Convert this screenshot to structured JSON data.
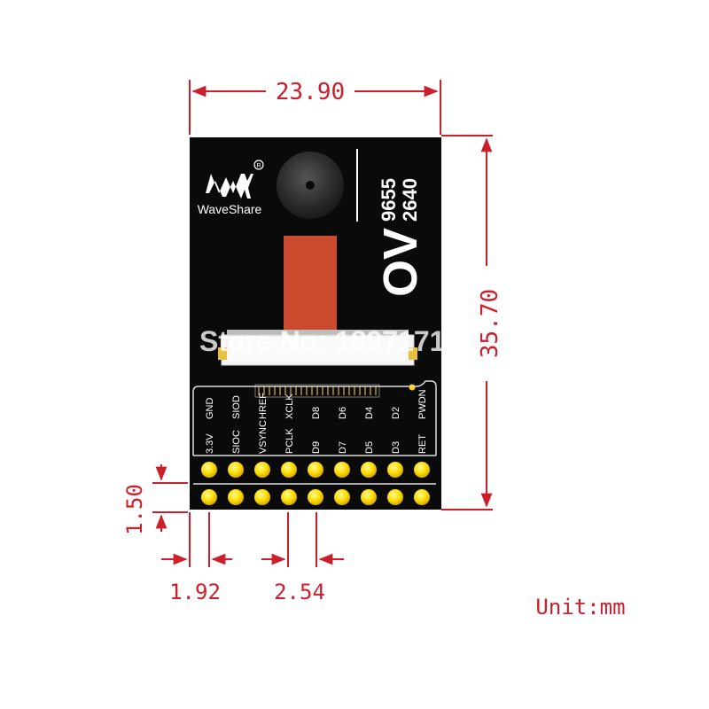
{
  "dimensions": {
    "width": "23.90",
    "height": "35.70",
    "row_pitch": "1.50",
    "edge_offset": "1.92",
    "pin_pitch": "2.54"
  },
  "unit_label": "Unit:mm",
  "board": {
    "brand": "WaveShare",
    "model_prefix": "OV",
    "model_line1": "9655",
    "model_line2": "2640"
  },
  "pins": {
    "top_row": [
      "3.3V",
      "SIOC",
      "VSYNC",
      "PCLK",
      "D9",
      "D7",
      "D5",
      "D3",
      "RET"
    ],
    "bottom_row": [
      "GND",
      "SIOD",
      "HREF",
      "XCLK",
      "D8",
      "D6",
      "D4",
      "D2",
      "PWDN"
    ]
  },
  "watermark": "Store No: 1897171",
  "colors": {
    "dimension": "#cc1f2b",
    "board": "#0a0a0a",
    "pin": "#ffd400",
    "flex_cable": "#c94a2c"
  }
}
